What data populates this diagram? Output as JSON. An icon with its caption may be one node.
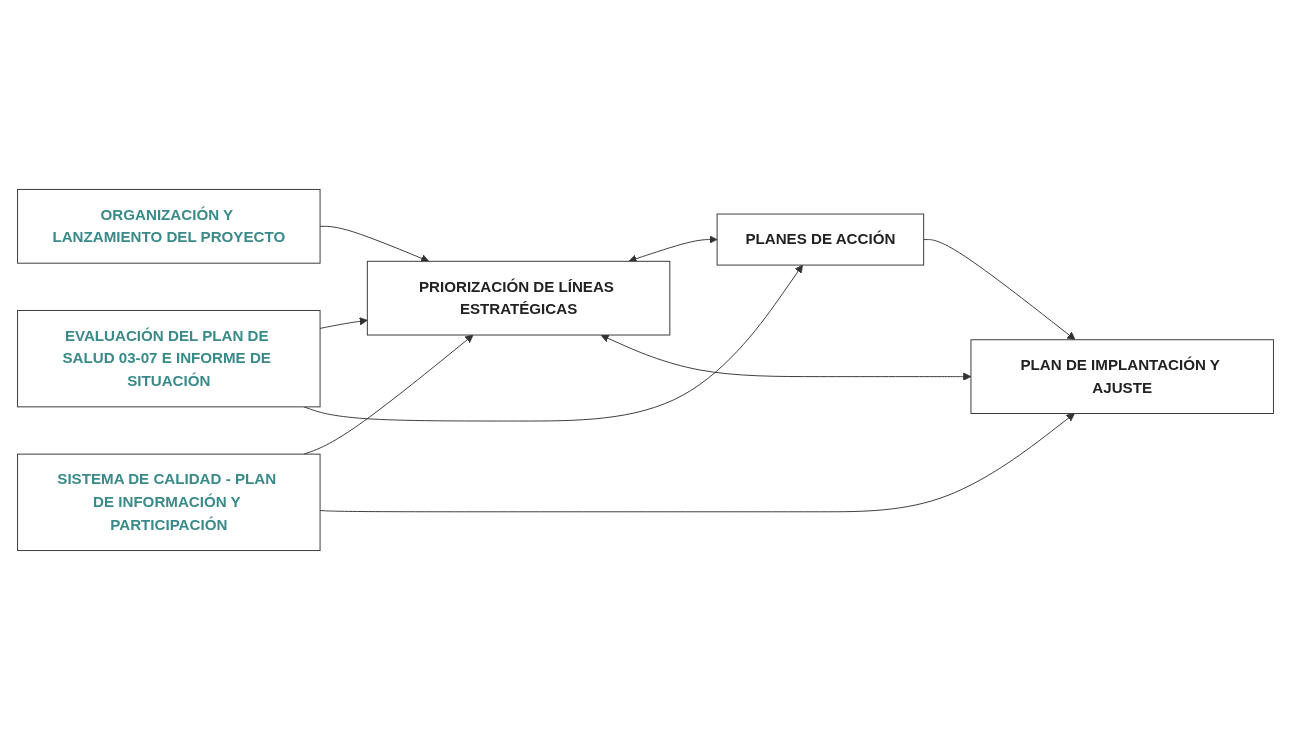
{
  "diagram": {
    "nodes": [
      {
        "text": [
          "ORGANIZACIÓN Y LANZAMIENTO DEL PROYECTO"
        ]
      },
      {
        "text": [
          "EVALUACIÓN DEL PLAN DE SALUD 03-07 E INFORME DE SITUACIÓN"
        ]
      },
      {
        "text": [
          "PRIORIZACIÓN DE LÍNEAS ESTRATÉGICAS"
        ]
      },
      {
        "text": [
          "PLANES DE ACCIÓN"
        ]
      },
      {
        "text": [
          "PLAN DE IMPLANTACIÓN Y AJUSTE"
        ]
      },
      {
        "text": [
          "SISTEMA DE CALIDAD - PLAN DE INFORMACIÓN Y PARTICIPACIÓN"
        ]
      }
    ],
    "edges": [
      {
        "from": 1,
        "to": 2,
        "arrow": "to"
      },
      {
        "from": 1,
        "to": 3,
        "arrow": "to"
      },
      {
        "from": 0,
        "to": 2,
        "arrow": "to"
      },
      {
        "from": 2,
        "to": 3,
        "arrow": "both"
      },
      {
        "from": 2,
        "to": 4,
        "arrow": "both"
      },
      {
        "from": 3,
        "to": 4,
        "arrow": "to"
      },
      {
        "from": 5,
        "to": 2,
        "arrow": "to"
      },
      {
        "from": 5,
        "to": 4,
        "arrow": "to"
      }
    ]
  }
}
